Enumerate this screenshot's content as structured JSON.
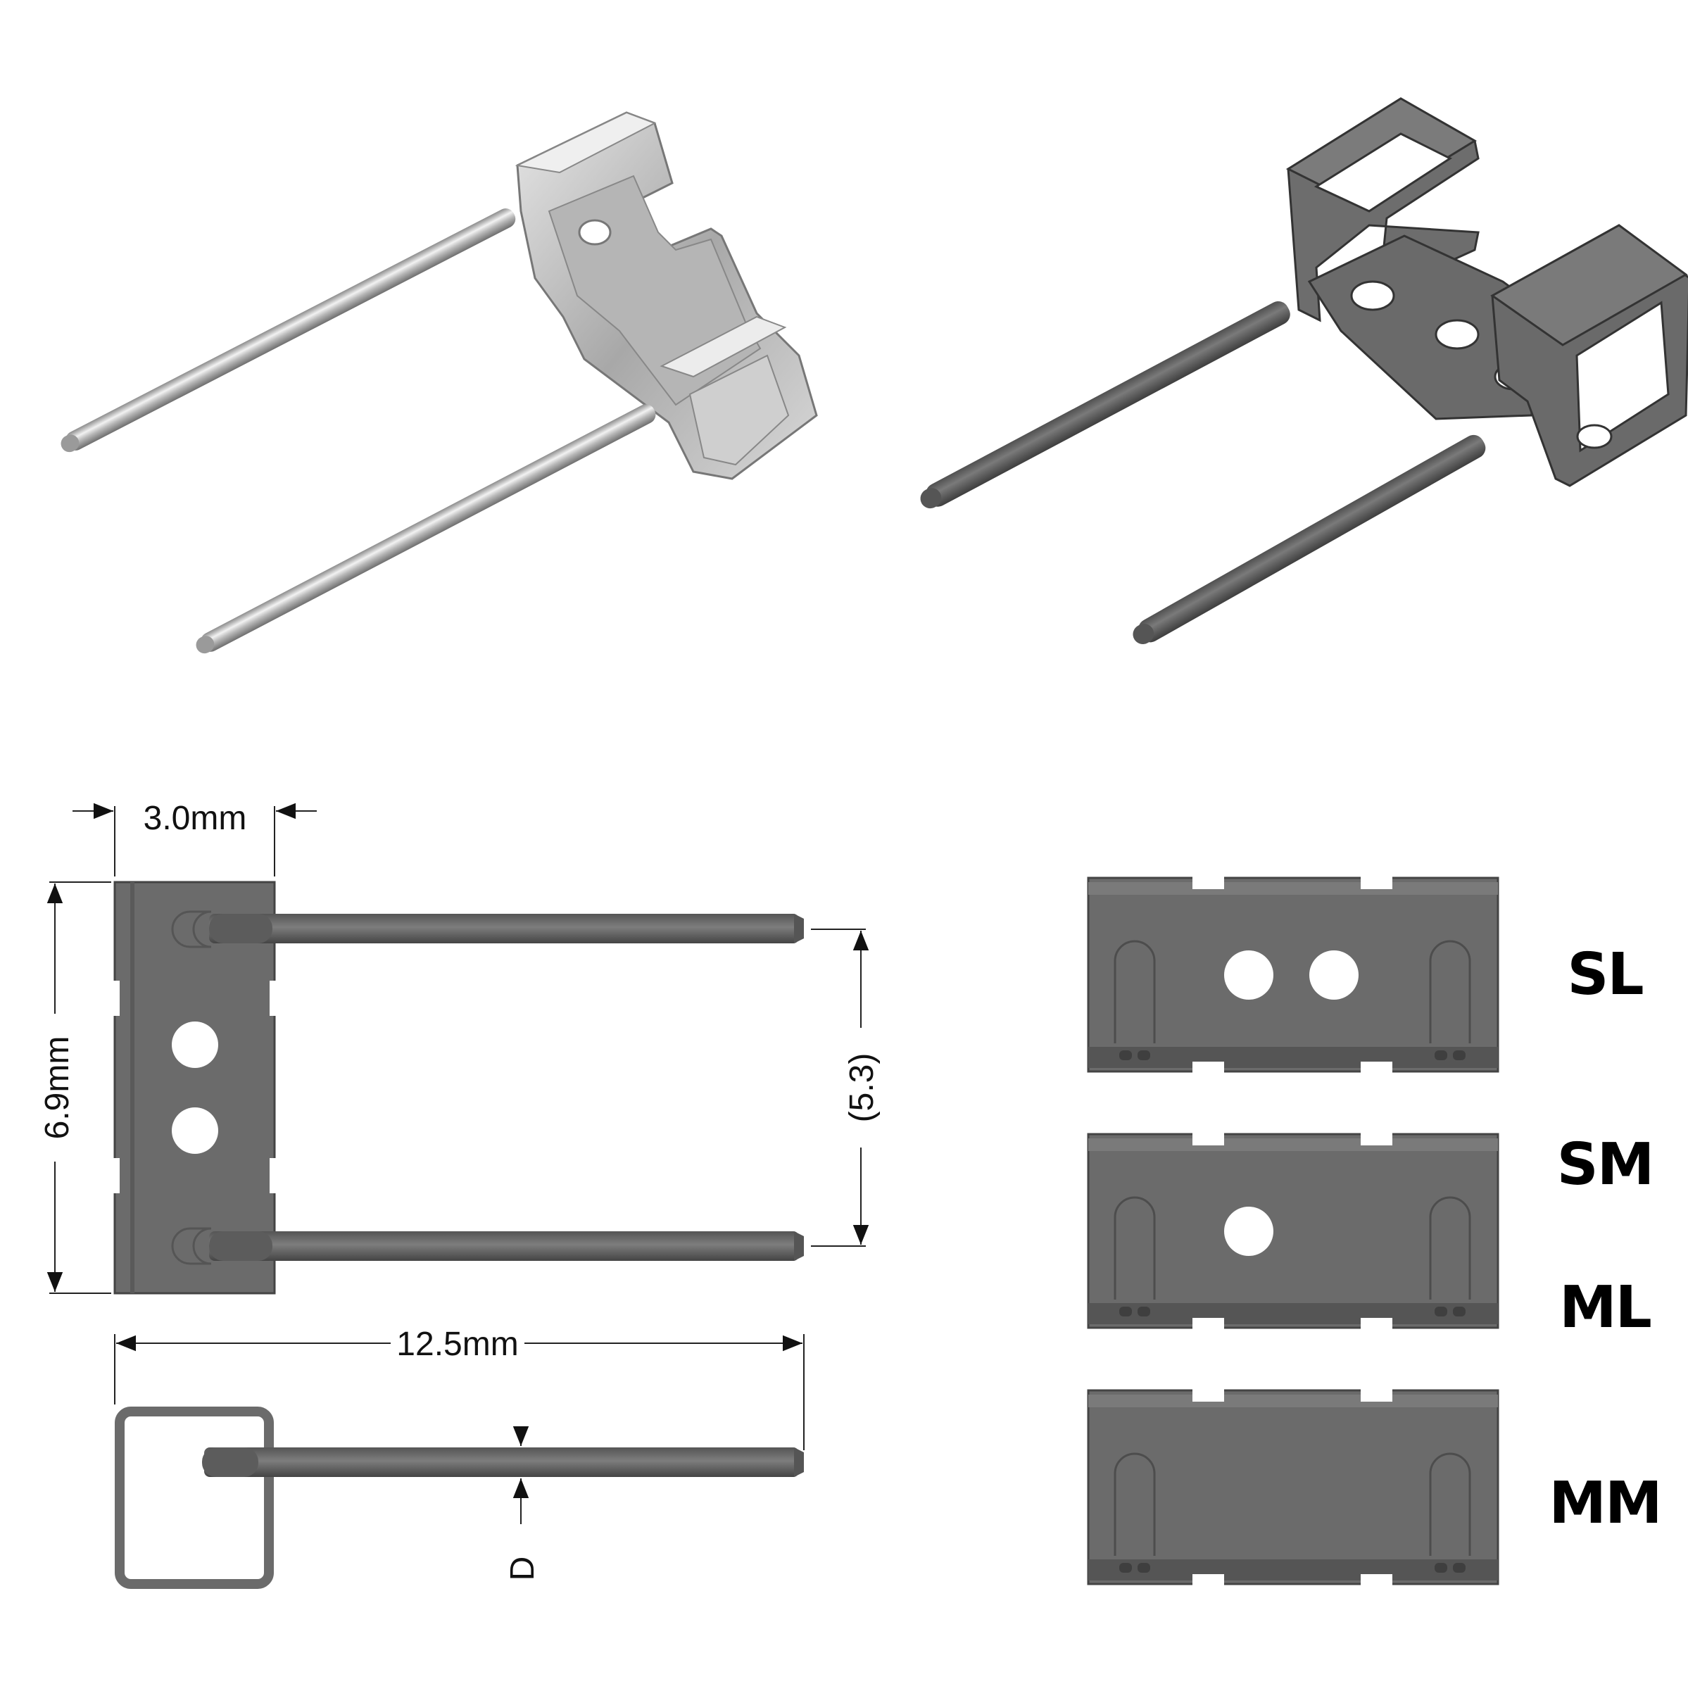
{
  "dimensions": {
    "width": "3.0mm",
    "height": "6.9mm",
    "pitch": "(5.3)",
    "length": "12.5mm",
    "diameter": "D"
  },
  "variants": [
    {
      "label": "SL",
      "holes": 2
    },
    {
      "label": "SM",
      "holes": 1
    },
    {
      "label": "ML",
      "holes": 1
    },
    {
      "label": "MM",
      "holes": 0
    }
  ],
  "colors": {
    "metal_dark": "#6b6b6b",
    "metal_shadow": "#4a4a4a",
    "silver": "#c9c9c9",
    "line": "#222222"
  }
}
